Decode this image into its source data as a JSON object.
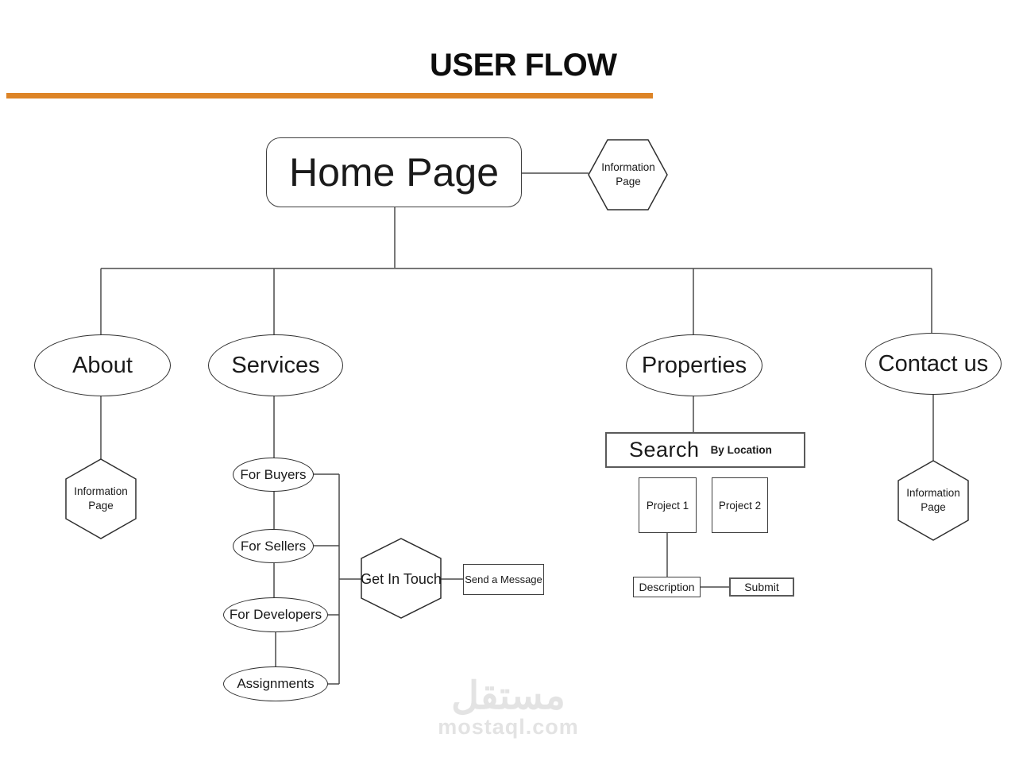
{
  "title": "USER FLOW",
  "accent_color": "#dd8427",
  "nodes": {
    "home": "Home Page",
    "home_info": "Information\nPage",
    "about": "About",
    "services": "Services",
    "properties": "Properties",
    "contact": "Contact us",
    "about_info": "Information\nPage",
    "contact_info": "Information\nPage",
    "for_buyers": "For Buyers",
    "for_sellers": "For Sellers",
    "for_developers": "For Developers",
    "assignments": "Assignments",
    "get_in_touch": "Get In Touch",
    "send_message": "Send a Message",
    "search": "Search",
    "search_qualifier": "By Location",
    "project1": "Project 1",
    "project2": "Project 2",
    "description": "Description",
    "submit": "Submit"
  },
  "watermark": {
    "arabic": "مستقل",
    "domain": "mostaql.com"
  }
}
